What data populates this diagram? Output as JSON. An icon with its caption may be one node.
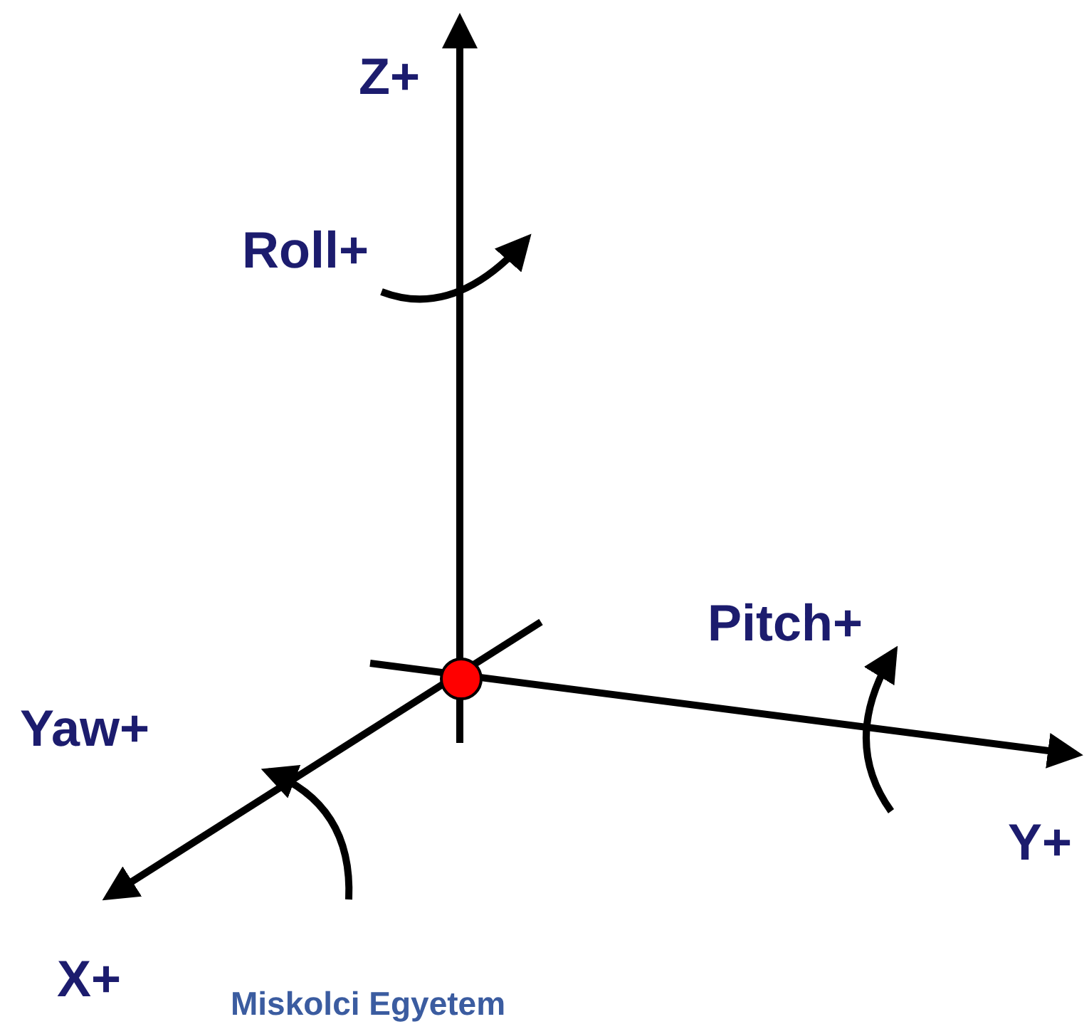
{
  "diagram": {
    "labels": [
      "Z+",
      "Roll+",
      "Pitch+",
      "Yaw+",
      "Y+",
      "X+",
      "Miskolci Egyetem"
    ]
  }
}
